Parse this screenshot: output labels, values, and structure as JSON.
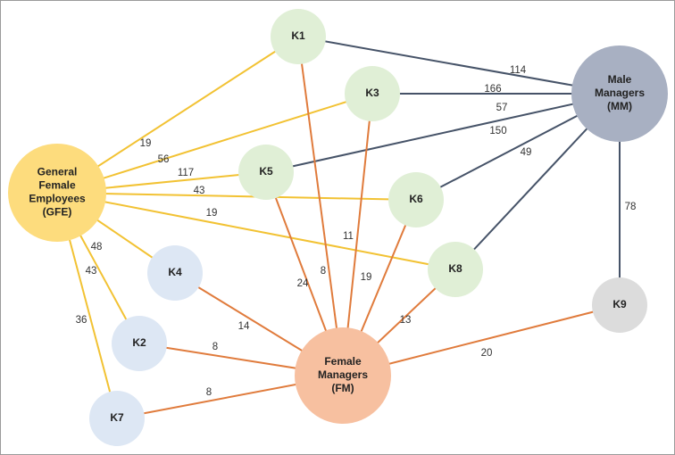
{
  "colors": {
    "gfe_edge": "#f2c233",
    "fm_edge": "#e07b3c",
    "mm_edge": "#465368"
  },
  "nodes": [
    {
      "id": "GFE",
      "lines": [
        "General",
        "Female",
        "Employees",
        "(GFE)"
      ],
      "fill": "#fddc7d"
    },
    {
      "id": "MM",
      "lines": [
        "Male",
        "Managers",
        "(MM)"
      ],
      "fill": "#a8b0c2"
    },
    {
      "id": "FM",
      "lines": [
        "Female",
        "Managers",
        "(FM)"
      ],
      "fill": "#f7c0a0"
    },
    {
      "id": "K1",
      "lines": [
        "K1"
      ],
      "fill": "#e0efd6"
    },
    {
      "id": "K3",
      "lines": [
        "K3"
      ],
      "fill": "#e0efd6"
    },
    {
      "id": "K5",
      "lines": [
        "K5"
      ],
      "fill": "#e0efd6"
    },
    {
      "id": "K6",
      "lines": [
        "K6"
      ],
      "fill": "#e0efd6"
    },
    {
      "id": "K8",
      "lines": [
        "K8"
      ],
      "fill": "#e0efd6"
    },
    {
      "id": "K4",
      "lines": [
        "K4"
      ],
      "fill": "#dde7f4"
    },
    {
      "id": "K2",
      "lines": [
        "K2"
      ],
      "fill": "#dde7f4"
    },
    {
      "id": "K7",
      "lines": [
        "K7"
      ],
      "fill": "#dde7f4"
    },
    {
      "id": "K9",
      "lines": [
        "K9"
      ],
      "fill": "#dcdcdc"
    }
  ],
  "edges": [
    {
      "from": "GFE",
      "to": "K1",
      "label": "19",
      "group": "gfe"
    },
    {
      "from": "GFE",
      "to": "K3",
      "label": "56",
      "group": "gfe"
    },
    {
      "from": "GFE",
      "to": "K5",
      "label": "117",
      "group": "gfe"
    },
    {
      "from": "GFE",
      "to": "K6",
      "label": "43",
      "group": "gfe"
    },
    {
      "from": "GFE",
      "to": "K8",
      "label": "19",
      "group": "gfe"
    },
    {
      "from": "GFE",
      "to": "K4",
      "label": "48",
      "group": "gfe"
    },
    {
      "from": "GFE",
      "to": "K2",
      "label": "43",
      "group": "gfe"
    },
    {
      "from": "GFE",
      "to": "K7",
      "label": "36",
      "group": "gfe"
    },
    {
      "from": "MM",
      "to": "K1",
      "label": "114",
      "group": "mm"
    },
    {
      "from": "MM",
      "to": "K3",
      "label": "166",
      "group": "mm"
    },
    {
      "from": "MM",
      "to": "K5",
      "label": "57",
      "group": "mm"
    },
    {
      "from": "MM",
      "to": "K6",
      "label": "150",
      "group": "mm"
    },
    {
      "from": "MM",
      "to": "K8",
      "label": "49",
      "group": "mm"
    },
    {
      "from": "MM",
      "to": "K9",
      "label": "78",
      "group": "mm"
    },
    {
      "from": "FM",
      "to": "K1",
      "label": "8",
      "group": "fm"
    },
    {
      "from": "FM",
      "to": "K3",
      "label": "11",
      "group": "fm"
    },
    {
      "from": "FM",
      "to": "K5",
      "label": "24",
      "group": "fm"
    },
    {
      "from": "FM",
      "to": "K6",
      "label": "19",
      "group": "fm"
    },
    {
      "from": "FM",
      "to": "K8",
      "label": "13",
      "group": "fm"
    },
    {
      "from": "FM",
      "to": "K4",
      "label": "14",
      "group": "fm"
    },
    {
      "from": "FM",
      "to": "K2",
      "label": "8",
      "group": "fm"
    },
    {
      "from": "FM",
      "to": "K7",
      "label": "8",
      "group": "fm"
    },
    {
      "from": "FM",
      "to": "K9",
      "label": "20",
      "group": "fm"
    }
  ]
}
